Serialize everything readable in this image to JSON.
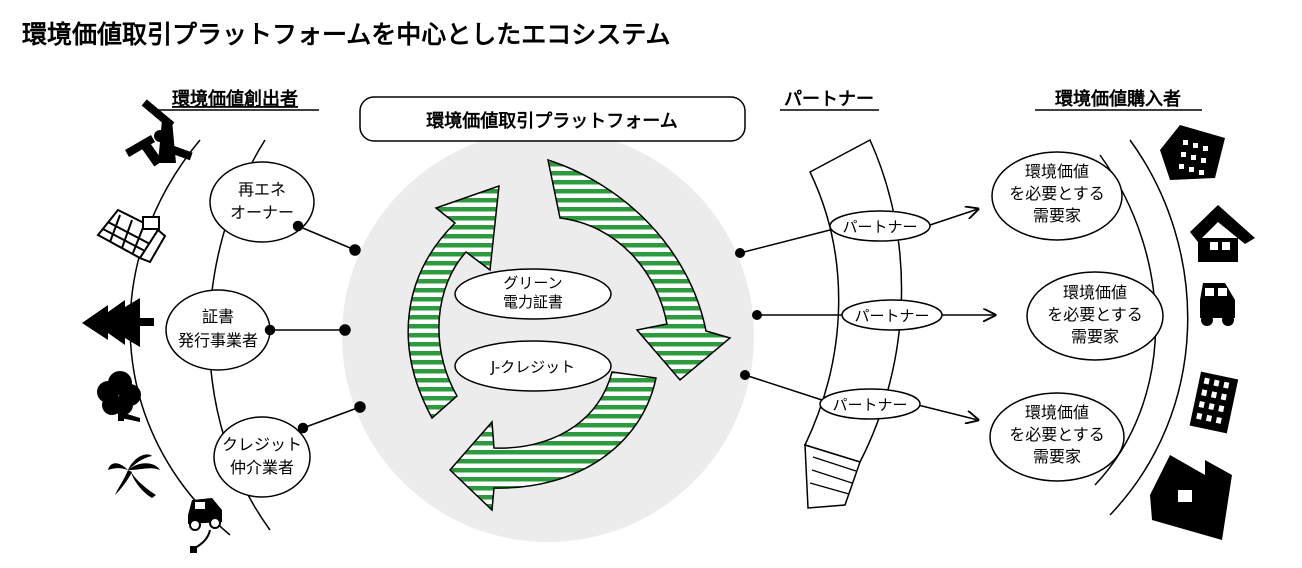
{
  "title": "環境価値取引プラットフォームを中心としたエコシステム",
  "sections": {
    "creators": "環境価値創出者",
    "partners": "パートナー",
    "buyers": "環境価値購入者"
  },
  "platform": {
    "label": "環境価値取引プラットフォーム",
    "items": [
      [
        "グリーン",
        "電力証書"
      ],
      [
        "J-クレジット"
      ]
    ]
  },
  "creators": [
    [
      "再エネ",
      "オーナー"
    ],
    [
      "証書",
      "発行事業者"
    ],
    [
      "クレジット",
      "仲介業者"
    ]
  ],
  "partners": [
    "パートナー",
    "パートナー",
    "パートナー"
  ],
  "buyers": [
    [
      "環境価値",
      "を必要とする",
      "需要家"
    ],
    [
      "環境価値",
      "を必要とする",
      "需要家"
    ],
    [
      "環境価値",
      "を必要とする",
      "需要家"
    ]
  ],
  "icons": {
    "left": [
      "windmill-icon",
      "solar-panel-icon",
      "tree-icon",
      "forest-icon",
      "palm-tree-icon",
      "electric-car-icon"
    ],
    "right": [
      "office-building-icon",
      "house-icon",
      "car-icon",
      "apartment-building-icon",
      "factory-icon"
    ]
  },
  "colors": {
    "arrow_green": "#2e9a3e",
    "platform_bg": "#ececec"
  }
}
